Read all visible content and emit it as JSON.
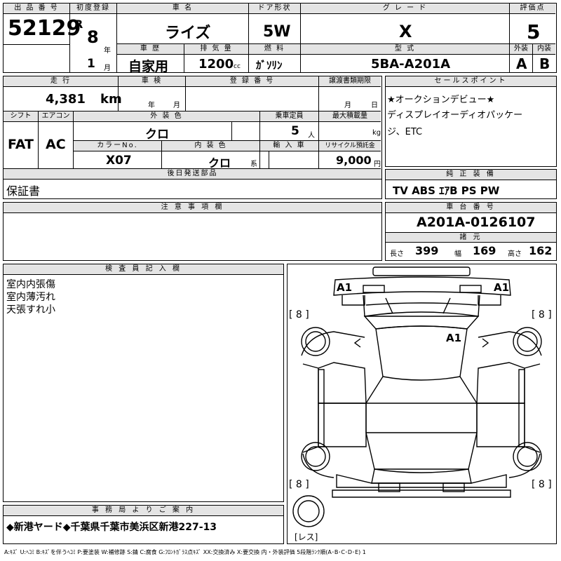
{
  "header": {
    "lot_label": "出 品 番 号",
    "lot_number": "52129",
    "first_reg_label": "初度登録",
    "era": "R",
    "year": "8",
    "year_unit": "年",
    "month": "1",
    "month_unit": "月",
    "car_name_label": "車 名",
    "car_name": "ライズ",
    "door_label": "ドア形状",
    "door": "5W",
    "grade_label": "グ レ ー ド",
    "grade": "X",
    "score_label": "評価点",
    "score": "5",
    "history_label": "車 歴",
    "history": "自家用",
    "displacement_label": "排 気 量",
    "displacement": "1200",
    "displacement_unit": "cc",
    "fuel_label": "燃 料",
    "fuel": "ｶﾞｿﾘﾝ",
    "model_label": "型 式",
    "model": "5BA-A201A",
    "exterior_label": "外装",
    "exterior": "A",
    "interior_label": "内装",
    "interior": "B"
  },
  "row2": {
    "mileage_label": "走 行",
    "mileage": "4,381",
    "mileage_unit": "km",
    "inspection_label": "車 検",
    "insp_year_unit": "年",
    "insp_month_unit": "月",
    "reg_no_label": "登 録 番 号",
    "transfer_label": "譲渡書類期限",
    "transfer_month_unit": "月",
    "transfer_day_unit": "日",
    "selling_label": "セールスポイント",
    "selling_text_1": "★オークションデビュー★",
    "selling_text_2": "ディスプレイオーディオパッケー",
    "selling_text_3": "ジ、ETC",
    "shift_label": "シフト",
    "shift": "FAT",
    "ac_label": "エアコン",
    "ac": "AC",
    "ext_color_label": "外 装 色",
    "ext_color": "クロ",
    "capacity_label": "乗車定員",
    "capacity": "5",
    "capacity_unit": "人",
    "load_label": "最大積載量",
    "load_unit": "kg",
    "color_no_label": "カラーNo.",
    "color_no": "X07",
    "int_color_label": "内 装 色",
    "int_color": "クロ",
    "int_color_unit": "系",
    "import_label": "輸 入 車",
    "recycle_label": "リサイクル預託金",
    "recycle": "9,000",
    "recycle_unit": "円",
    "later_label": "後日発送部品",
    "later_value": "保証書",
    "equip_label": "純 正 装 備",
    "equip_value": "TV ABS ｴｱB PS PW",
    "notes_label": "注 意 事 項 欄",
    "chassis_label": "車 台 番 号",
    "chassis": "A201A-0126107",
    "spec_label": "諸 元",
    "length_label": "長さ",
    "length": "399",
    "width_label": "幅",
    "width": "169",
    "height_label": "高さ",
    "height": "162"
  },
  "inspector": {
    "label": "検 査 員 記 入 欄",
    "line1": "室内内張傷",
    "line2": "室内薄汚れ",
    "line3": "天張すれ小"
  },
  "office": {
    "label": "事 務 局 よ り ご 案 内",
    "text": "◆新港ヤード◆千葉県千葉市美浜区新港227-13"
  },
  "diagram": {
    "mark_a1_left": "A1",
    "mark_a1_right": "A1",
    "mark_a1_roof": "A1",
    "tire_tl": "[ 8 ]",
    "tire_tr": "[ 8 ]",
    "tire_bl": "[ 8 ]",
    "tire_br": "[ 8 ]",
    "spare": "[レス]"
  },
  "legend": "A:ｷｽﾞ U:ﾍｺﾐ B:ｷｽﾞを伴うﾍｺﾐ P:要塗装 W:補修跡 S:錆 C:腐食 G:ﾌﾛﾝﾄｶﾞﾗｽ点ｷｽﾞ XX:交換済み X:要交換 内・外装評価 5段階ﾗﾝｸ順(A･B･C･D･E) 1"
}
